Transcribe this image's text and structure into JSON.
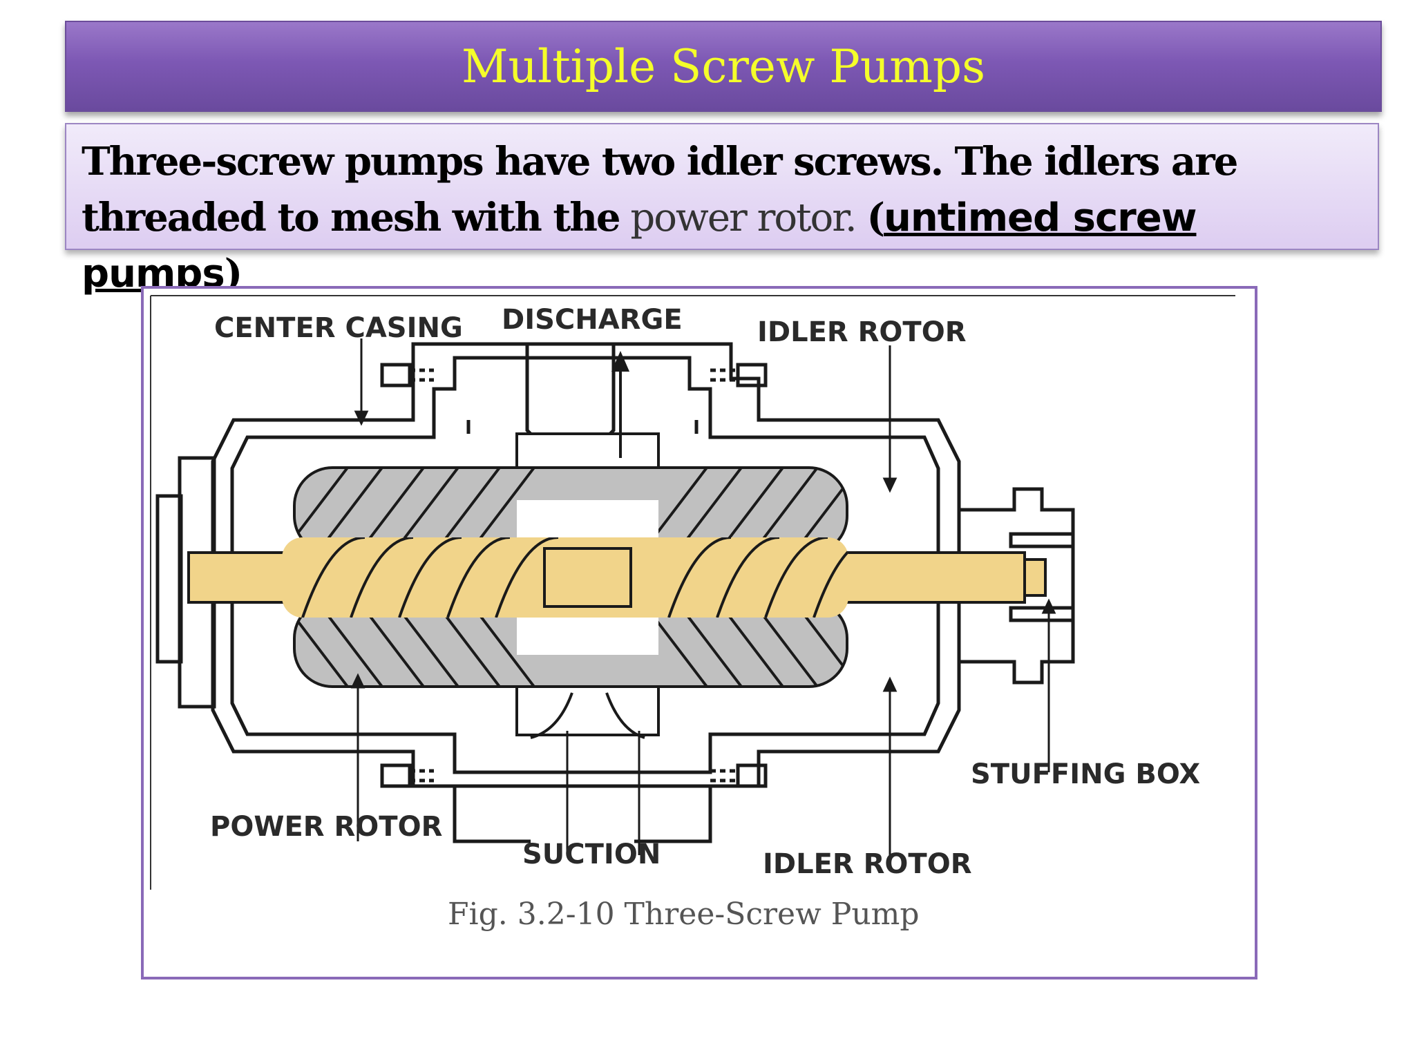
{
  "slide": {
    "title": "Multiple Screw Pumps",
    "body": {
      "part1": "Three-screw pumps have two idler screws. The idlers are threaded to mesh with the",
      "part2": "power rotor.",
      "part3": "(",
      "part4": "untimed screw pumps",
      "part5": ")"
    }
  },
  "figure": {
    "labels": {
      "center_casing": "CENTER CASING",
      "discharge": "DISCHARGE",
      "idler_rotor_top": "IDLER ROTOR",
      "stuffing_box": "STUFFING BOX",
      "power_rotor": "POWER ROTOR",
      "suction": "SUCTION",
      "idler_rotor_bottom": "IDLER ROTOR"
    },
    "caption": "Fig. 3.2-10 Three-Screw Pump",
    "colors": {
      "idler": "#c0c0c0",
      "power_rotor": "#f1d48a",
      "outline": "#1a1a1a",
      "frame": "#8a6ab8",
      "title_text": "#f5ff2a"
    }
  }
}
